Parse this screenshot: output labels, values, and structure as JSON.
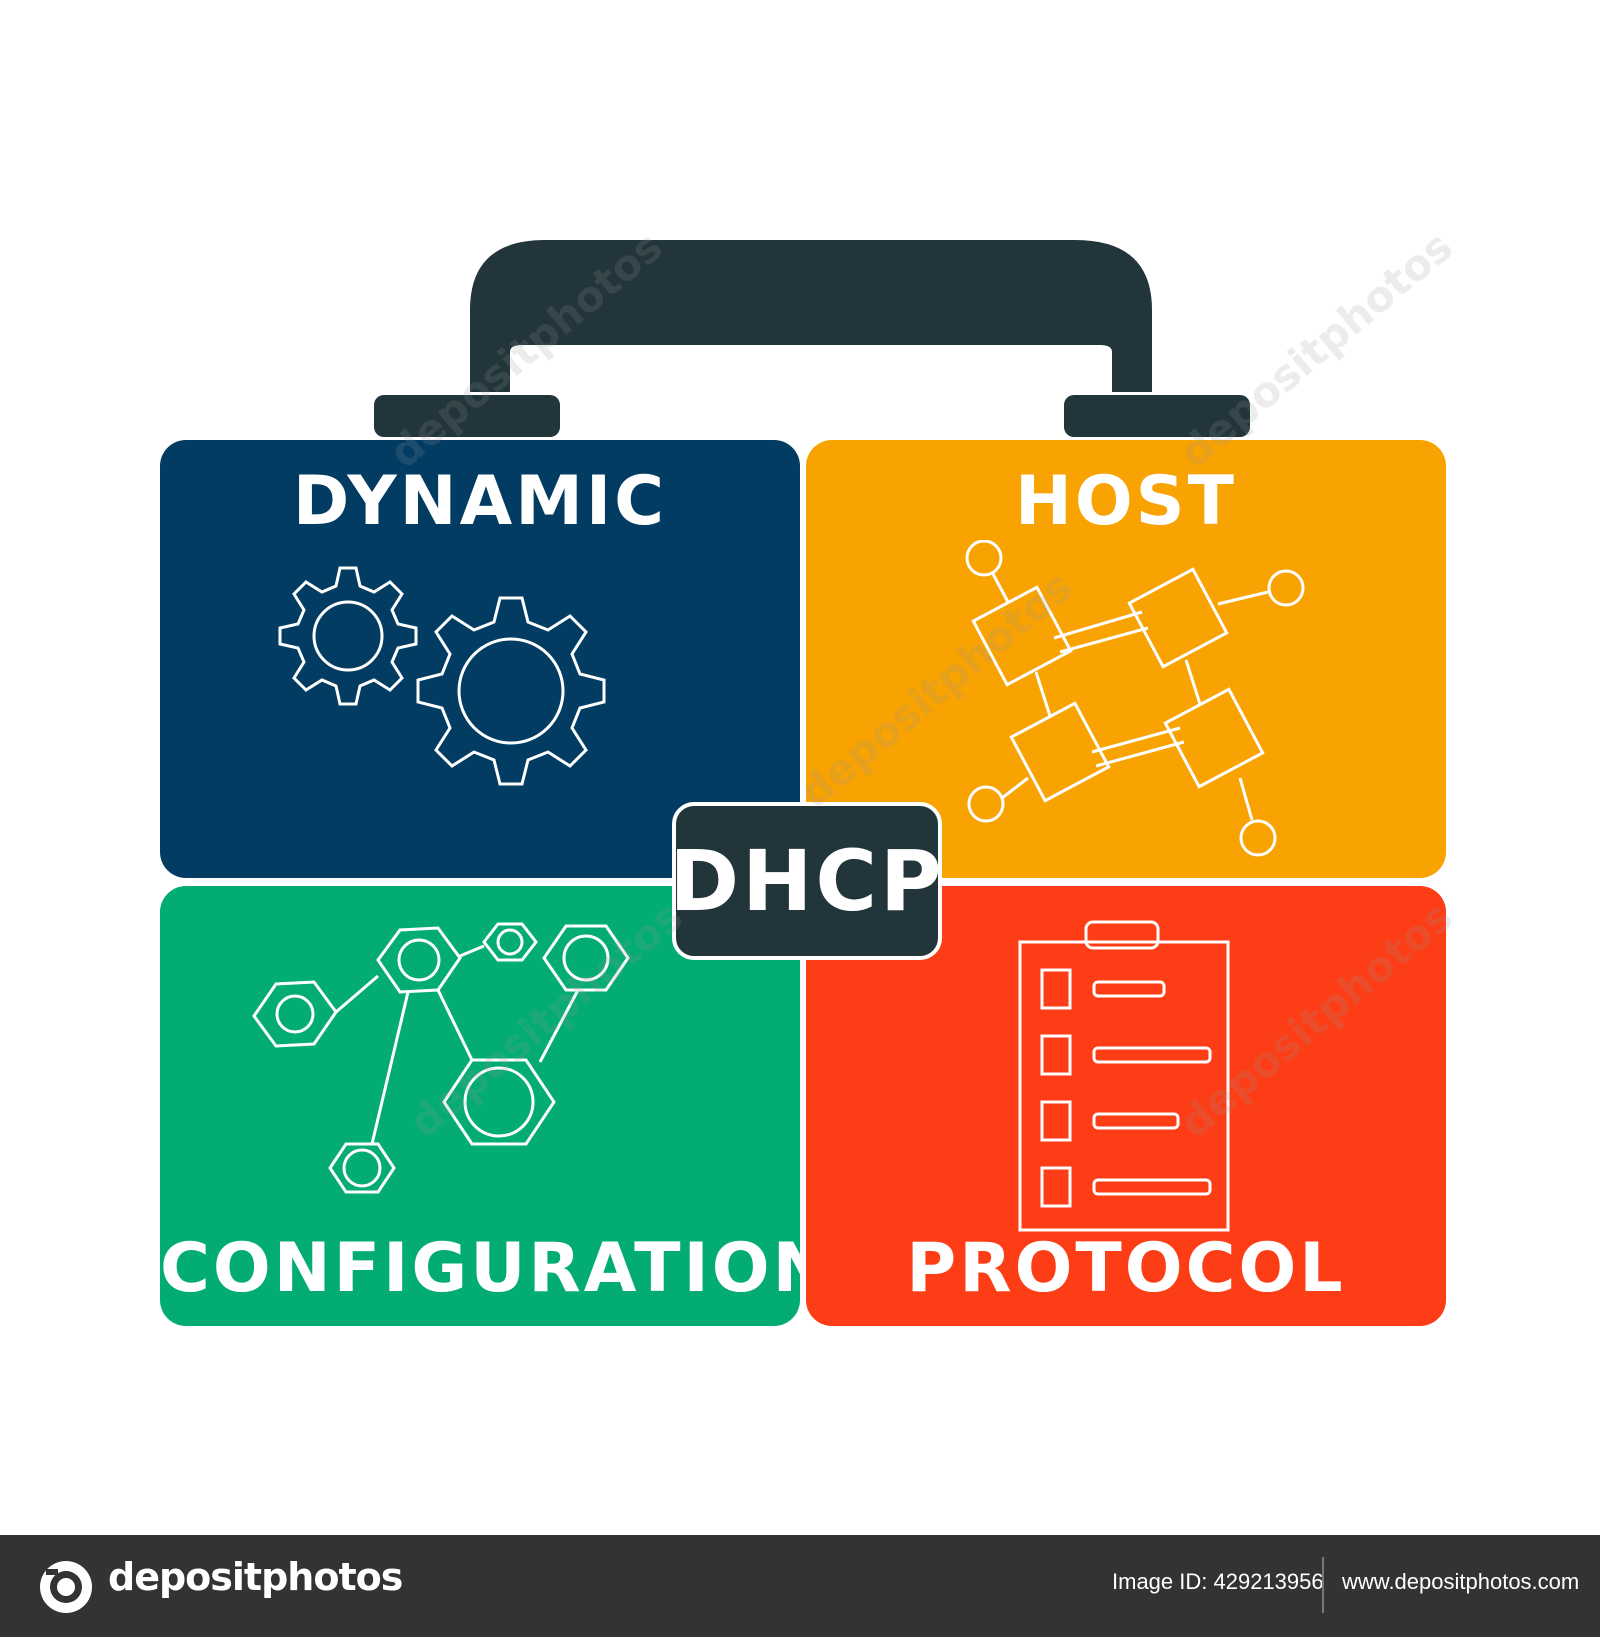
{
  "panels": {
    "dynamic": {
      "label": "DYNAMIC",
      "color": "#033c63"
    },
    "host": {
      "label": "HOST",
      "color": "#f8a302"
    },
    "configuration": {
      "label": "CONFIGURATION",
      "color": "#03ac74"
    },
    "protocol": {
      "label": "PROTOCOL",
      "color": "#fd3d15"
    }
  },
  "center_badge": {
    "label": "DHCP",
    "color": "#22353b"
  },
  "handle_color": "#22353b",
  "watermark": "depositphotos",
  "footer": {
    "brand": "depositphotos",
    "image_id": "Image ID: 429213956",
    "website": "www.depositphotos.com"
  },
  "icons": [
    "gears-icon",
    "network-nodes-icon",
    "molecule-icon",
    "clipboard-checklist-icon"
  ]
}
